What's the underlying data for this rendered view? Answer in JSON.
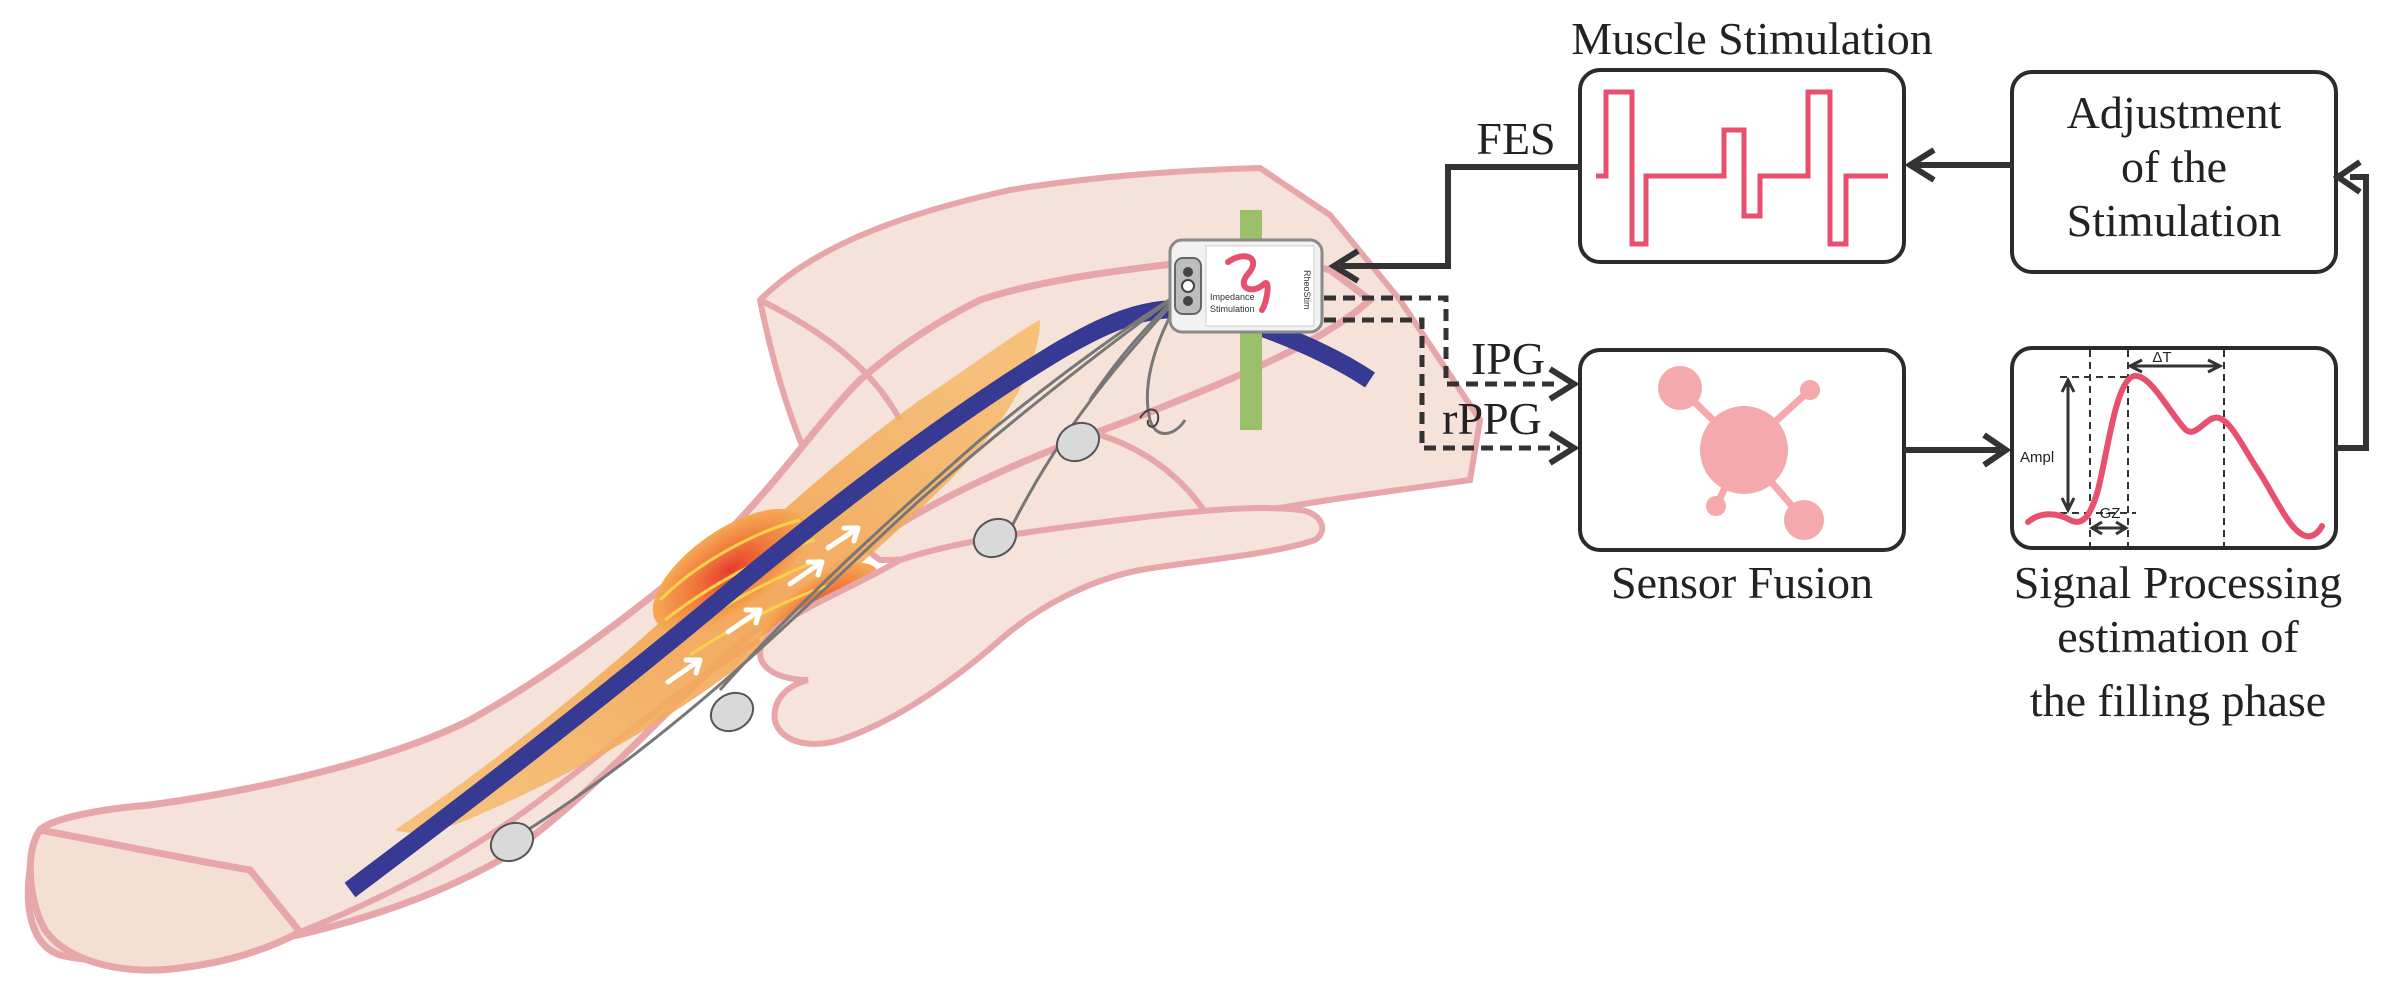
{
  "labels": {
    "muscle_stimulation": "Muscle Stimulation",
    "adjustment_line1": "Adjustment",
    "adjustment_line2": "of the",
    "adjustment_line3": "Stimulation",
    "fes": "FES",
    "ipg": "IPG",
    "rppg": "rPPG",
    "sensor_fusion": "Sensor Fusion",
    "signal_line1": "Signal Processing",
    "signal_line2": "estimation of",
    "signal_line3": "the filling phase"
  },
  "waveform_labels": {
    "delta_t": "ΔT",
    "ampl": "Ampl",
    "gz": "GZ"
  },
  "device": {
    "brand": "RheoStim",
    "line1": "Impedance",
    "line2": "Stimulation"
  },
  "colors": {
    "pink_signal": "#e8506f",
    "skin": "#f5e0d6",
    "skin_outline": "#e7a7aa",
    "vein": "#363a93",
    "muscle": "#f2a55a",
    "muscle_core": "#e9483a",
    "band": "#9cbf6c",
    "sensor_node": "#f5a9ad",
    "connector": "#333333"
  },
  "icons": [
    "device-icon",
    "electrode-icon",
    "sensor-network-icon",
    "flow-arrow-icon"
  ]
}
